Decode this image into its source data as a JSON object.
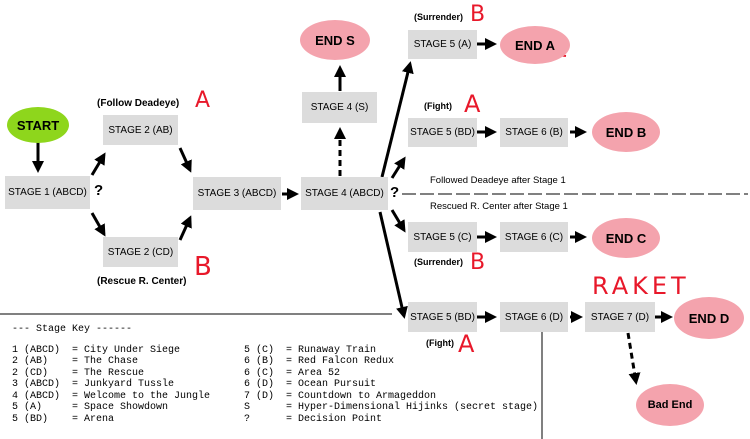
{
  "nodes": {
    "start": "START",
    "stage1": "STAGE 1 (ABCD)",
    "stage2ab": "STAGE 2 (AB)",
    "stage2cd": "STAGE 2 (CD)",
    "stage3": "STAGE 3 (ABCD)",
    "stage4": "STAGE 4 (ABCD)",
    "stage4s": "STAGE 4 (S)",
    "ends": "END S",
    "stage5a": "STAGE 5 (A)",
    "enda": "END A",
    "stage5bd_top": "STAGE 5 (BD)",
    "stage6b": "STAGE 6 (B)",
    "endb": "END B",
    "stage5c": "STAGE 5 (C)",
    "stage6c": "STAGE 6 (C)",
    "endc": "END C",
    "stage5bd_bot": "STAGE 5 (BD)",
    "stage6d": "STAGE 6 (D)",
    "stage7d": "STAGE 7 (D)",
    "endd": "END D",
    "badend": "Bad End"
  },
  "labels": {
    "follow_deadeye": "(Follow Deadeye)",
    "rescue_center": "(Rescue R. Center)",
    "surrender_top": "(Surrender)",
    "fight_top": "(Fight)",
    "surrender_mid": "(Surrender)",
    "fight_bot": "(Fight)",
    "followed_after": "Followed Deadeye after Stage 1",
    "rescued_after": "Rescued R. Center after Stage 1",
    "q1": "?",
    "q2": "?"
  },
  "handwriting": {
    "a1": "A",
    "b1": "B",
    "b2": "B",
    "a2": "A",
    "b3": "B",
    "a3": "A",
    "raket": "RAKET"
  },
  "key": {
    "header": "--- Stage Key ------",
    "rows": [
      [
        "1 (ABCD)  = City Under Siege",
        "5 (C)  = Runaway Train"
      ],
      [
        "2 (AB)    = The Chase",
        "6 (B)  = Red Falcon Redux"
      ],
      [
        "2 (CD)    = The Rescue",
        "6 (C)  = Area 52"
      ],
      [
        "3 (ABCD)  = Junkyard Tussle",
        "6 (D)  = Ocean Pursuit"
      ],
      [
        "4 (ABCD)  = Welcome to the Jungle",
        "7 (D)  = Countdown to Armageddon"
      ],
      [
        "5 (A)     = Space Showdown",
        "S      = Hyper-Dimensional Hijinks (secret stage)"
      ],
      [
        "5 (BD)    = Arena",
        "?      = Decision Point"
      ]
    ]
  },
  "colors": {
    "stage": "#dcdcdc",
    "end": "#f4a3ad",
    "start": "#8ed61c",
    "handwriting": "#e8182a"
  }
}
